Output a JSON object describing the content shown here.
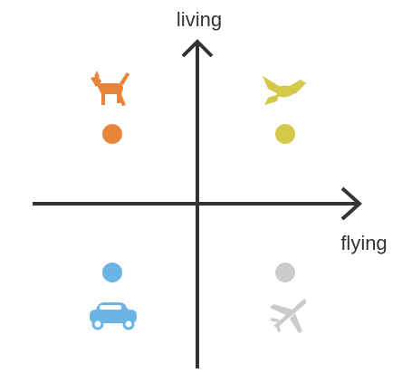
{
  "axes": {
    "y_label": "living",
    "x_label": "flying",
    "color": "#333333"
  },
  "quadrants": [
    {
      "position": "top-left",
      "icon": "animal-icon",
      "color": "#E8843A"
    },
    {
      "position": "top-right",
      "icon": "bird-icon",
      "color": "#D6C84A"
    },
    {
      "position": "bottom-left",
      "icon": "car-icon",
      "color": "#6CB4E4"
    },
    {
      "position": "bottom-right",
      "icon": "airplane-icon",
      "color": "#CCCCCC"
    }
  ]
}
